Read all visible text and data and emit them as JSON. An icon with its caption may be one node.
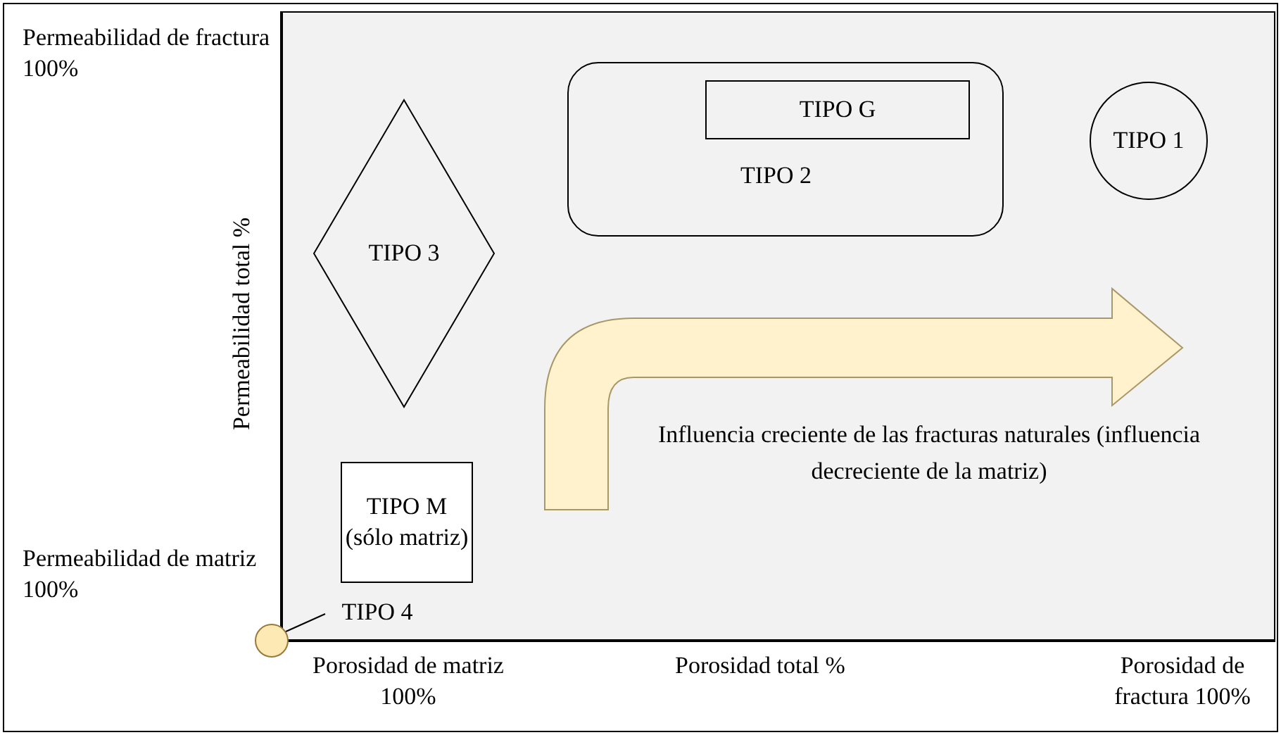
{
  "diagram": {
    "nodes": [
      {
        "text": [
          "TIPO 2"
        ]
      },
      {
        "text": [
          "TIPO G"
        ],
        "in": 0
      },
      {
        "text": [
          "TIPO 1"
        ]
      },
      {
        "text": [
          "TIPO 3"
        ]
      },
      {
        "text": [
          "TIPO M (sólo matriz)"
        ]
      },
      {
        "text": [
          "TIPO 4"
        ]
      },
      {
        "text": [],
        "shape": "circle"
      }
    ],
    "edges": [
      {
        "from": 5,
        "to": 6,
        "arrow": "none"
      }
    ],
    "labels": [
      "Permeabilidad de fractura 100%",
      "Permeabilidad total %",
      "Influencia creciente de las fracturas naturales (influencia decreciente de la matriz)",
      "Permeabilidad de matriz 100%",
      "Porosidad de matriz 100%",
      "Porosidad total %",
      "Porosidad de fractura 100%"
    ]
  }
}
